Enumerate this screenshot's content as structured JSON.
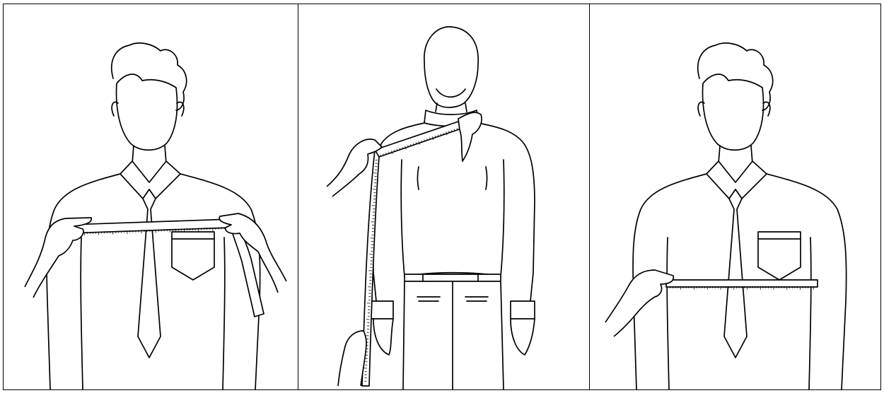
{
  "figure": {
    "panels": [
      {
        "id": "shoulder-width",
        "view": "front",
        "tape": "across-shoulders"
      },
      {
        "id": "sleeve-length",
        "view": "back",
        "tape": "shoulder-to-wrist"
      },
      {
        "id": "chest-width",
        "view": "front",
        "tape": "across-chest"
      }
    ],
    "colors": {
      "line": "#000000",
      "background": "#ffffff"
    },
    "icons": [
      "measuring-tape-icon",
      "hand-icon"
    ]
  }
}
